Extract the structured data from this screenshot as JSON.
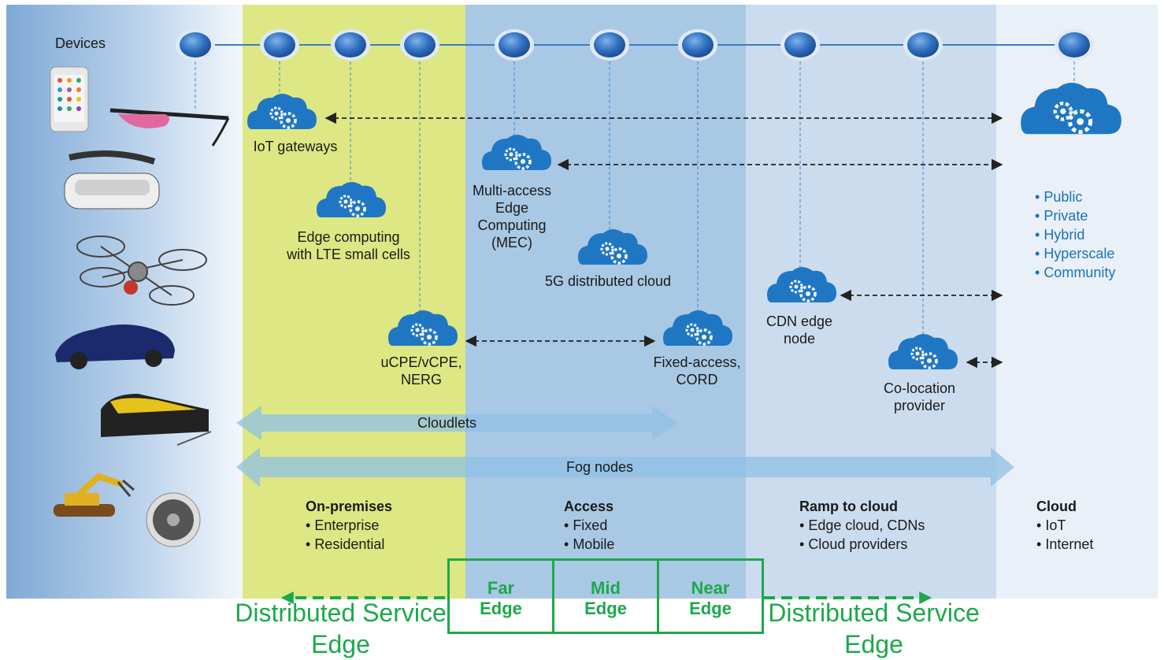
{
  "devices_title": "Devices",
  "device_icons": [
    "smartphone-icon",
    "smart-glasses-icon",
    "vr-headset-icon",
    "drone-icon",
    "sports-car-icon",
    "train-icon",
    "robot-arm-icon",
    "jet-engine-icon"
  ],
  "nodes": {
    "iot_gateways": "IoT gateways",
    "lte_line1": "Edge computing",
    "lte_line2": "with LTE small cells",
    "mec_line1": "Multi-access",
    "mec_line2": "Edge",
    "mec_line3": "Computing",
    "mec_line4": "(MEC)",
    "fiveg": "5G distributed cloud",
    "ucpe_line1": "uCPE/vCPE,",
    "ucpe_line2": "NERG",
    "fixed_line1": "Fixed-access,",
    "fixed_line2": "CORD",
    "cdn_line1": "CDN edge",
    "cdn_line2": "node",
    "coloc_line1": "Co-location",
    "coloc_line2": "provider"
  },
  "cloud_types": [
    "Public",
    "Private",
    "Hybrid",
    "Hyperscale",
    "Community"
  ],
  "bands": {
    "cloudlets": "Cloudlets",
    "fog": "Fog nodes"
  },
  "columns": {
    "onprem": {
      "title": "On-premises",
      "items": [
        "Enterprise",
        "Residential"
      ]
    },
    "access": {
      "title": "Access",
      "items": [
        "Fixed",
        "Mobile"
      ]
    },
    "ramp": {
      "title": "Ramp to cloud",
      "items": [
        "Edge cloud, CDNs",
        "Cloud providers"
      ]
    },
    "cloud": {
      "title": "Cloud",
      "items": [
        "IoT",
        "Internet"
      ]
    }
  },
  "edge_boxes": {
    "far_1": "Far",
    "far_2": "Edge",
    "mid_1": "Mid",
    "mid_2": "Edge",
    "near_1": "Near",
    "near_2": "Edge"
  },
  "dse": {
    "line1": "Distributed Service",
    "line2": "Edge"
  },
  "colors": {
    "onprem": "#dde783",
    "access": "#a9c8e4",
    "ramp": "#cbdcee",
    "cloud": "#e9f0f8",
    "node": "#2f6fc0",
    "green": "#1ca94a",
    "cloud_text": "#1a73b8"
  }
}
